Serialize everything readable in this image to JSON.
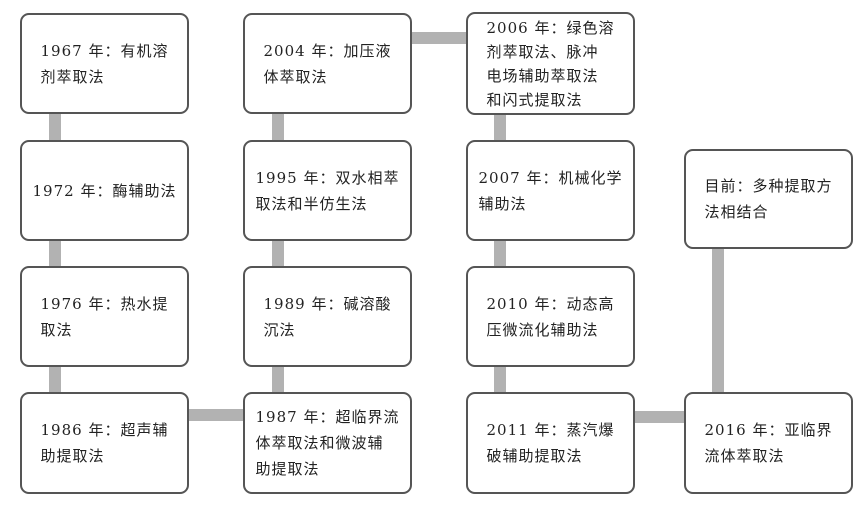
{
  "nodes": {
    "n1967": "1967 年：有机溶\n剂萃取法",
    "n1972": "1972 年：酶辅助法",
    "n1976": "1976 年：热水提\n取法",
    "n1986": "1986 年：超声辅\n助提取法",
    "n2004": "2004 年：加压液\n体萃取法",
    "n1995": "1995 年：双水相萃\n取法和半仿生法",
    "n1989": "1989 年：碱溶酸\n沉法",
    "n1987": "1987 年：超临界流\n体萃取法和微波辅\n助提取法",
    "n2006": "2006 年：绿色溶\n剂萃取法、脉冲\n电场辅助萃取法\n和闪式提取法",
    "n2007": "2007 年：机械化学\n辅助法",
    "n2010": "2010 年：动态高\n压微流化辅助法",
    "n2011": "2011 年：蒸汽爆\n破辅助提取法",
    "current": "目前：多种提取方\n法相结合",
    "n2016": "2016 年：亚临界\n流体萃取法"
  },
  "colors": {
    "connector": "#b2b2b2",
    "border": "#555555"
  }
}
